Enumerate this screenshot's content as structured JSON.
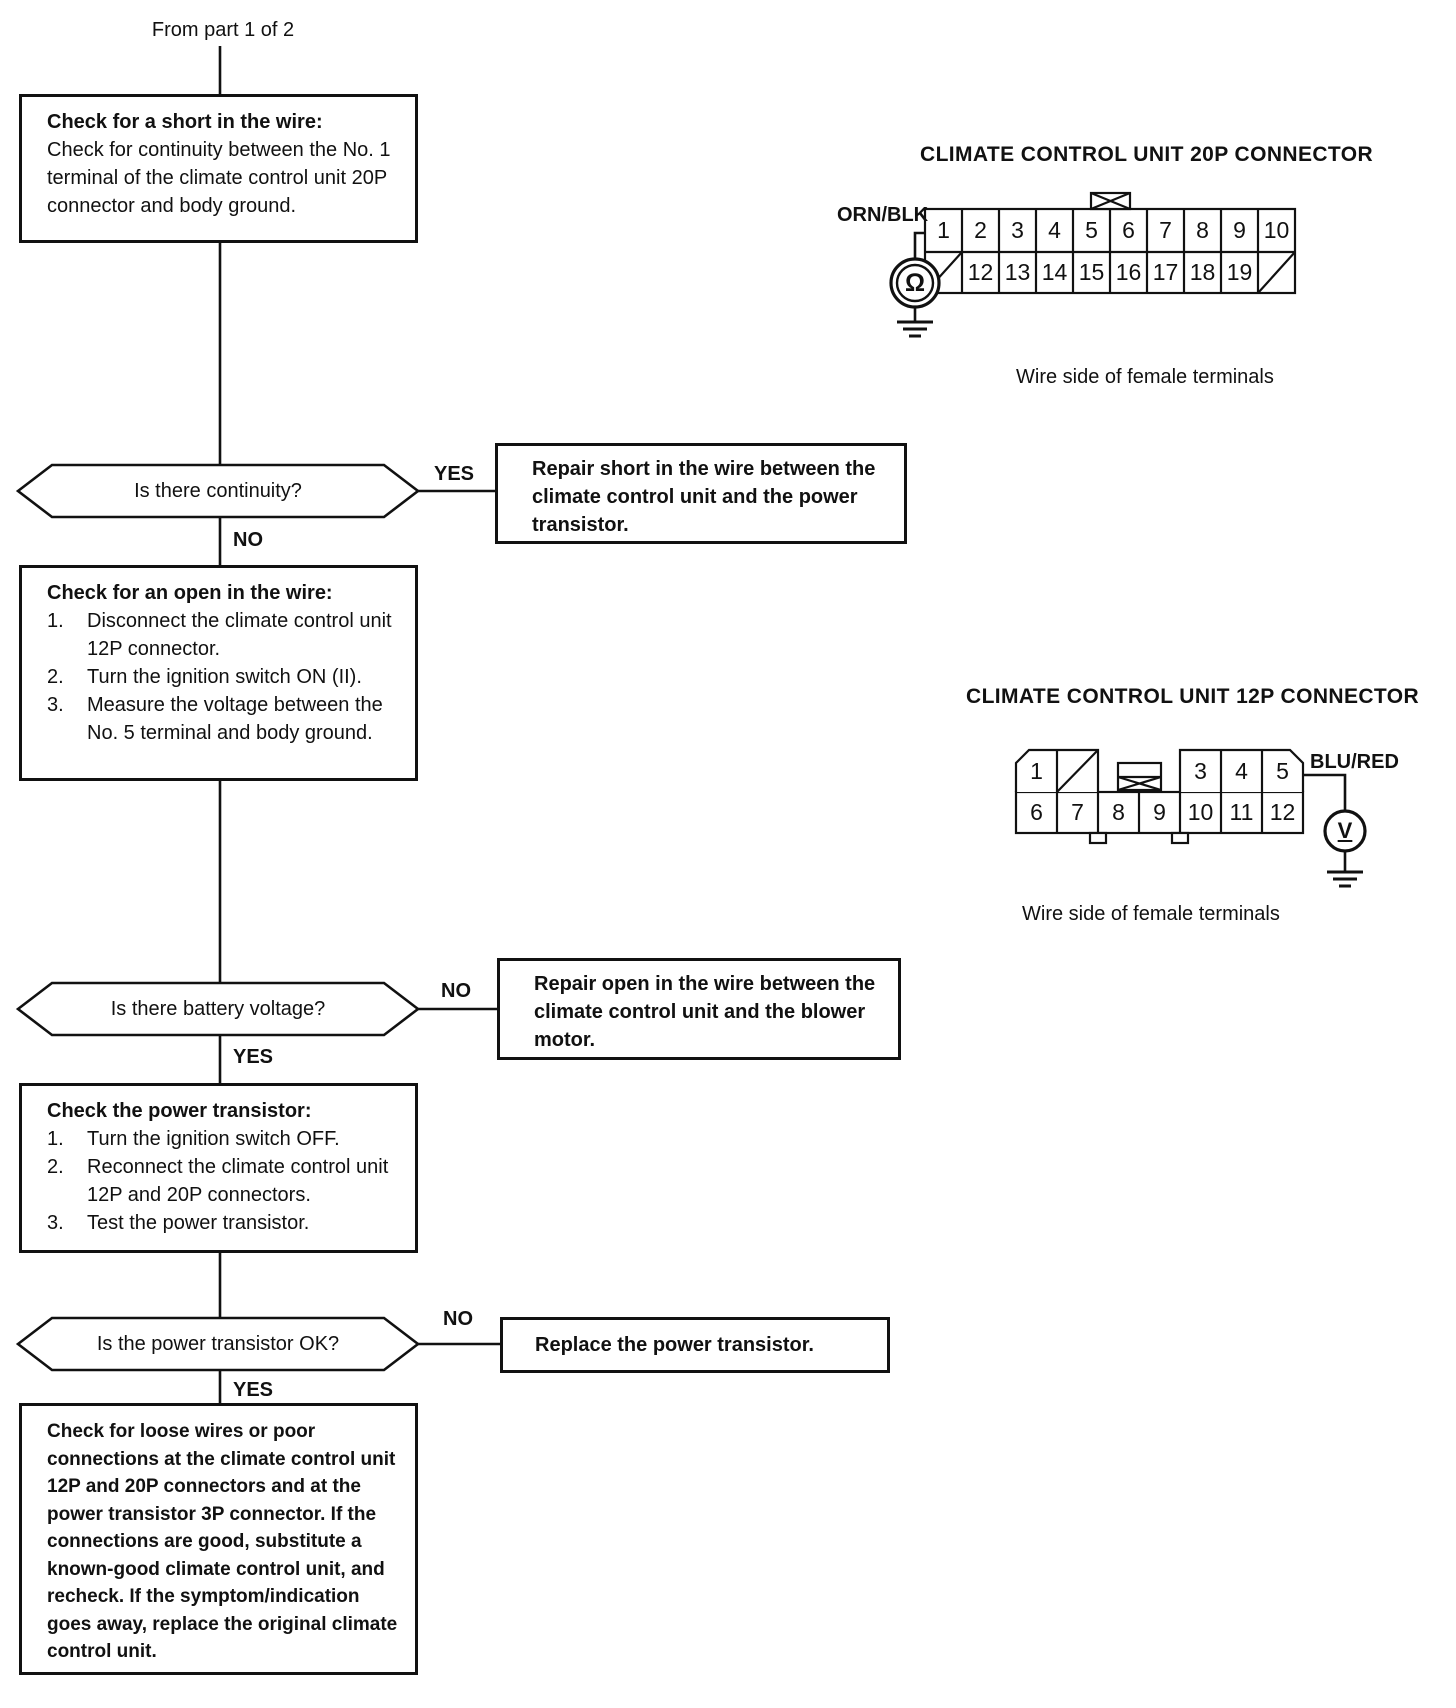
{
  "page": {
    "from_label": "From part 1 of 2"
  },
  "flowchart": {
    "box1": {
      "title": "Check for a short in the wire:",
      "body": "Check for continuity between the No. 1 terminal of the climate control unit 20P connector and body ground."
    },
    "decision1": {
      "question": "Is there continuity?",
      "yes_label": "YES",
      "no_label": "NO"
    },
    "action1": {
      "text": "Repair short in the wire between the climate control unit and the power transistor."
    },
    "box2": {
      "title": "Check for an open in the wire:",
      "steps": [
        {
          "n": "1.",
          "t": "Disconnect the climate control unit 12P connector."
        },
        {
          "n": "2.",
          "t": "Turn the ignition switch ON (II)."
        },
        {
          "n": "3.",
          "t": "Measure the voltage between the No. 5 terminal and body ground."
        }
      ]
    },
    "decision2": {
      "question": "Is there battery voltage?",
      "yes_label": "YES",
      "no_label": "NO"
    },
    "action2": {
      "text": "Repair open in the wire between the climate control unit and the blower motor."
    },
    "box3": {
      "title": "Check the power transistor:",
      "steps": [
        {
          "n": "1.",
          "t": "Turn the ignition switch OFF."
        },
        {
          "n": "2.",
          "t": "Reconnect the climate control unit 12P and 20P connectors."
        },
        {
          "n": "3.",
          "t": "Test the power transistor."
        }
      ]
    },
    "decision3": {
      "question": "Is the power transistor OK?",
      "yes_label": "YES",
      "no_label": "NO"
    },
    "action3": {
      "text": "Replace the power transistor."
    },
    "box4": {
      "text": "Check for loose wires or poor connections at the climate control unit 12P and 20P connectors and at the power transistor 3P connector. If the connections are good, substitute a known-good climate control unit, and recheck. If the symptom/indication goes away, replace the original climate control unit."
    }
  },
  "connector20p": {
    "title": "CLIMATE CONTROL UNIT 20P CONNECTOR",
    "wire_label": "ORN/BLK",
    "meter_symbol": "Ω",
    "caption": "Wire side of female terminals",
    "row1": [
      "1",
      "2",
      "3",
      "4",
      "5",
      "6",
      "7",
      "8",
      "9",
      "10"
    ],
    "row2": [
      "12",
      "13",
      "14",
      "15",
      "16",
      "17",
      "18",
      "19"
    ]
  },
  "connector12p": {
    "title": "CLIMATE CONTROL UNIT 12P CONNECTOR",
    "wire_label": "BLU/RED",
    "meter_symbol": "V",
    "caption": "Wire side of female terminals",
    "row1": [
      "1",
      "3",
      "4",
      "5"
    ],
    "row2": [
      "6",
      "7",
      "8",
      "9",
      "10",
      "11",
      "12"
    ]
  }
}
